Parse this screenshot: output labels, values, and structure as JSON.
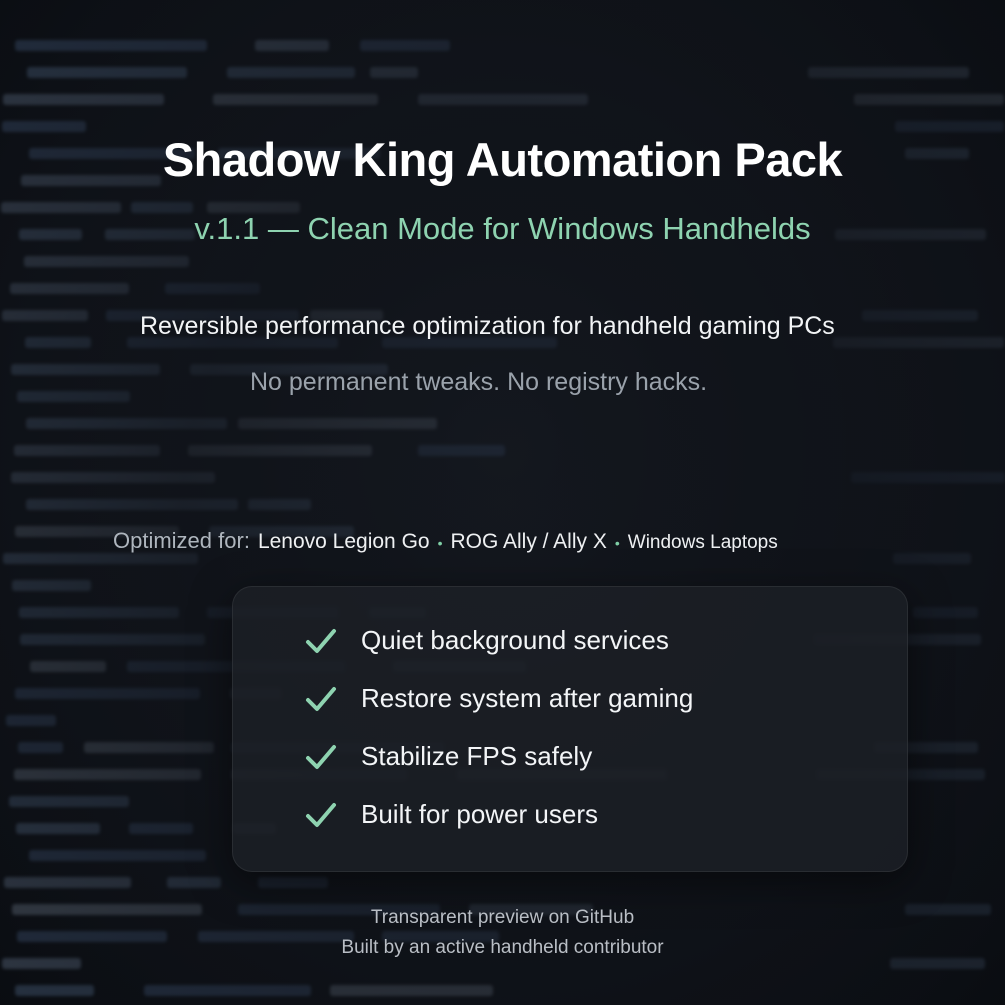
{
  "header": {
    "title": "Shadow King Automation Pack",
    "subtitle": "v.1.1 — Clean Mode for Windows Handhelds"
  },
  "tagline": {
    "primary": "Reversible performance optimization for handheld gaming PCs",
    "secondary": "No permanent tweaks. No registry hacks."
  },
  "optimized_for": {
    "label": "Optimized for:",
    "devices": [
      "Lenovo Legion Go",
      "ROG Ally / Ally X",
      "Windows Laptops"
    ],
    "separator": "•"
  },
  "features": [
    {
      "icon": "check-icon",
      "label": "Quiet background services"
    },
    {
      "icon": "check-icon",
      "label": "Restore system after gaming"
    },
    {
      "icon": "check-icon",
      "label": "Stabilize FPS safely"
    },
    {
      "icon": "check-icon",
      "label": "Built for power users"
    }
  ],
  "footer": {
    "line1": "Transparent preview on GitHub",
    "line2": "Built by an active handheld contributor"
  },
  "colors": {
    "accent": "#8ed3b0",
    "background": "#0d1117",
    "card": "#1c2026"
  }
}
